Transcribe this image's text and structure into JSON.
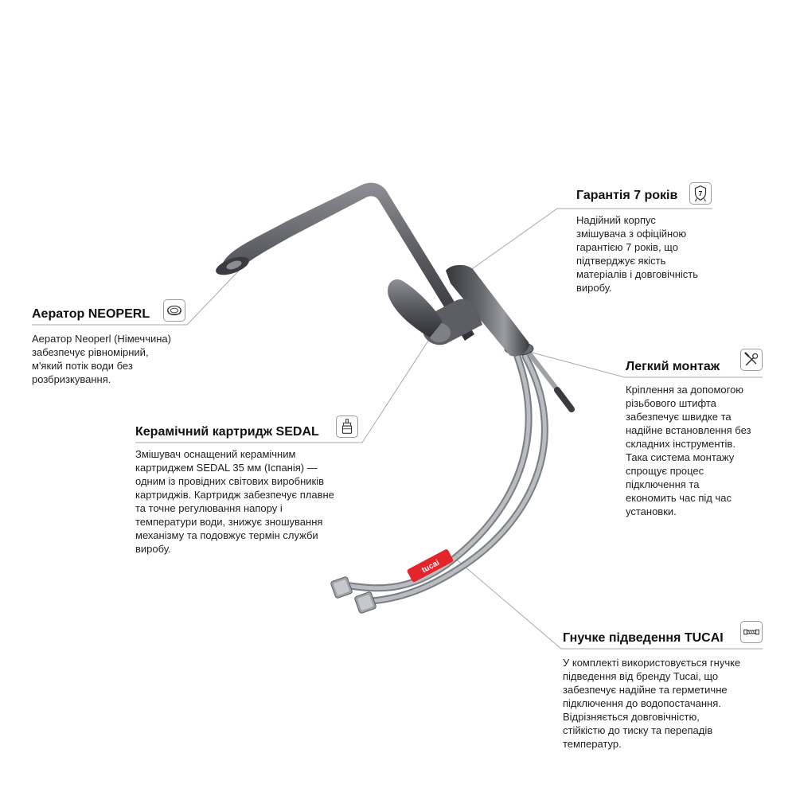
{
  "callouts": {
    "warranty": {
      "title": "Гарантія 7 років",
      "icon": "warranty-shield-icon",
      "badge": "7",
      "lines": [
        "Надійний корпус",
        "змішувача з офіційною",
        "гарантією 7 років, що",
        "підтверджує якість",
        "матеріалів і довговічність",
        "виробу."
      ]
    },
    "aerator": {
      "title": "Аератор NEOPERL",
      "icon": "aerator-icon",
      "lines": [
        "Аератор Neoperl (Німеччина)",
        "забезпечує рівномірний,",
        "м'який потік води без",
        "розбризкування."
      ]
    },
    "mounting": {
      "title": "Легкий монтаж",
      "icon": "tools-icon",
      "lines": [
        "Кріплення за допомогою",
        "різьбового штифта",
        "забезпечує швидке та",
        "надійне встановлення без",
        "складних інструментів.",
        "Така система монтажу",
        "спрощує процес",
        "підключення та",
        "економить час під час",
        "установки."
      ]
    },
    "cartridge": {
      "title": "Керамічний картридж SEDAL",
      "icon": "cartridge-icon",
      "lines": [
        "Змішувач оснащений керамічним",
        "картриджем SEDAL 35 мм (Іспанія) —",
        "одним із провідних світових виробників",
        "картриджів. Картридж забезпечує плавне",
        "та точне регулювання напору і",
        "температури води, знижує зношування",
        "механізму та подовжує термін служби",
        "виробу."
      ]
    },
    "hose": {
      "title": "Гнучке підведення TUCAI",
      "icon": "flexible-hose-icon",
      "lines": [
        "У комплекті використовується гнучке",
        "підведення від бренду Tucai, що",
        "забезпечує надійне та герметичне",
        "підключення до водопостачання.",
        "Відрізняється довговічністю,",
        "стійкістю до тиску та перепадів",
        "температур."
      ]
    }
  },
  "product": {
    "hose_label": "tucai"
  },
  "colors": {
    "faucet": "#4a4b4f",
    "faucet_highlight": "#8a8c91",
    "hose": "#9ea1a6",
    "label_red": "#e3262b",
    "leader_line": "#a9a9a9"
  }
}
